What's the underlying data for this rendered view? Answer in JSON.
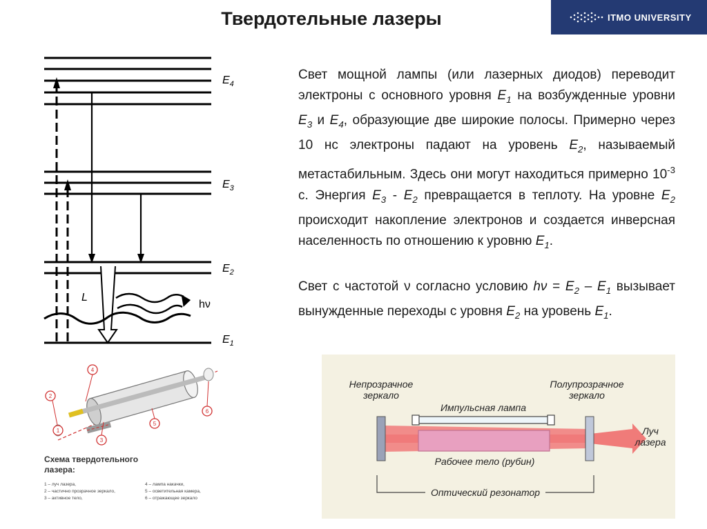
{
  "slide": {
    "title": "Твердотельные лазеры"
  },
  "logo": {
    "text": "ITMO UNIVERSITY"
  },
  "levels": {
    "e4": "E",
    "e3": "E",
    "e2": "E",
    "e1": "E",
    "e4_sub": "4",
    "e3_sub": "3",
    "e2_sub": "2",
    "e1_sub": "1",
    "l_label": "L",
    "hv_label": "hν"
  },
  "text": {
    "p1": [
      {
        "t": "Свет мощной лампы (или лазерных диодов) переводит электроны с основного уровня "
      },
      {
        "t": "E",
        "i": true
      },
      {
        "t": "1",
        "sub": true,
        "i": true
      },
      {
        "t": " на возбужденные уровни "
      },
      {
        "t": "E",
        "i": true
      },
      {
        "t": "3",
        "sub": true,
        "i": true
      },
      {
        "t": " и "
      },
      {
        "t": "E",
        "i": true
      },
      {
        "t": "4",
        "sub": true,
        "i": true
      },
      {
        "t": ", образующие две широкие полосы. Примерно через 10 нс электроны падают на уровень "
      },
      {
        "t": "E",
        "i": true
      },
      {
        "t": "2",
        "sub": true,
        "i": true
      },
      {
        "t": ", называемый метастабильным. Здесь они могут находиться примерно 10"
      },
      {
        "t": "-3",
        "sup": true
      },
      {
        "t": " с. Энергия "
      },
      {
        "t": "E",
        "i": true
      },
      {
        "t": "3",
        "sub": true,
        "i": true
      },
      {
        "t": " - "
      },
      {
        "t": "E",
        "i": true
      },
      {
        "t": "2",
        "sub": true,
        "i": true
      },
      {
        "t": " превращается в теплоту. На уровне "
      },
      {
        "t": "E",
        "i": true
      },
      {
        "t": "2",
        "sub": true,
        "i": true
      },
      {
        "t": " происходит накопление электронов и создается инверсная населенность по отношению к уровню "
      },
      {
        "t": "E",
        "i": true
      },
      {
        "t": "1",
        "sub": true,
        "i": true
      },
      {
        "t": "."
      }
    ],
    "p2": [
      {
        "t": "Свет с частотой ν согласно условию "
      },
      {
        "t": "hν",
        "i": true
      },
      {
        "t": " = "
      },
      {
        "t": "E",
        "i": true
      },
      {
        "t": "2",
        "sub": true,
        "i": true
      },
      {
        "t": " – "
      },
      {
        "t": "E",
        "i": true
      },
      {
        "t": "1",
        "sub": true,
        "i": true
      },
      {
        "t": " вызывает вынужденные переходы с уровня "
      },
      {
        "t": "E",
        "i": true
      },
      {
        "t": "2",
        "sub": true,
        "i": true
      },
      {
        "t": " на уровень "
      },
      {
        "t": "E",
        "i": true
      },
      {
        "t": "1",
        "sub": true,
        "i": true
      },
      {
        "t": "."
      }
    ]
  },
  "scheme": {
    "n1": "1",
    "n2": "2",
    "n3": "3",
    "n4": "4",
    "n5": "5",
    "n6": "6",
    "caption_line1": "Схема твердотельного",
    "caption_line2": "лазера:",
    "legend_left": [
      "1 – луч лазера,",
      "2 – частично прозрачное зеркало,",
      "3 – активное тело,"
    ],
    "legend_right": [
      "4 – лампа накачки,",
      "5 – осветительная камера,",
      "6 – отражающее зеркало"
    ]
  },
  "resonator": {
    "opaque_mirror_1": "Непрозрачное",
    "opaque_mirror_2": "зеркало",
    "semi_mirror_1": "Полупрозрачное",
    "semi_mirror_2": "зеркало",
    "lamp": "Импульсная лампа",
    "body": "Рабочее тело (рубин)",
    "beam_1": "Луч",
    "beam_2": "лазера",
    "cavity": "Оптический резонатор"
  }
}
